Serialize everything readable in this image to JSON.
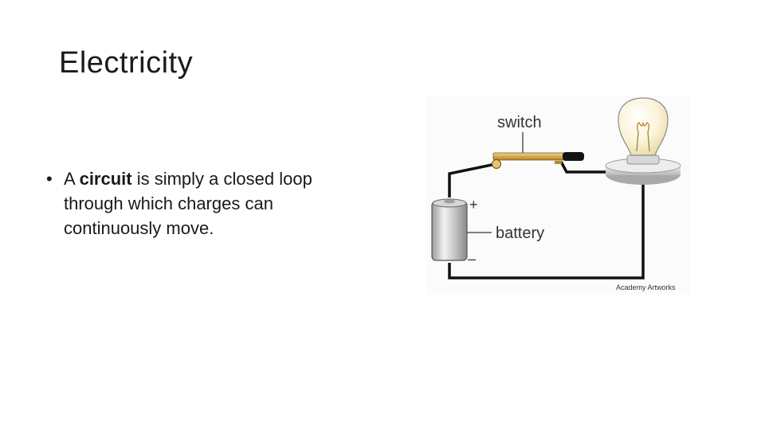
{
  "slide": {
    "title": "Electricity",
    "bullet_marker": "•",
    "bullet": {
      "before": "A ",
      "bold": "circuit",
      "after": " is simply a closed loop through which charges can continuously move."
    }
  },
  "diagram": {
    "switch_label": "switch",
    "battery_label": "battery",
    "plus_sign": "+",
    "minus_sign": "–",
    "credit": "Academy Artworks"
  }
}
